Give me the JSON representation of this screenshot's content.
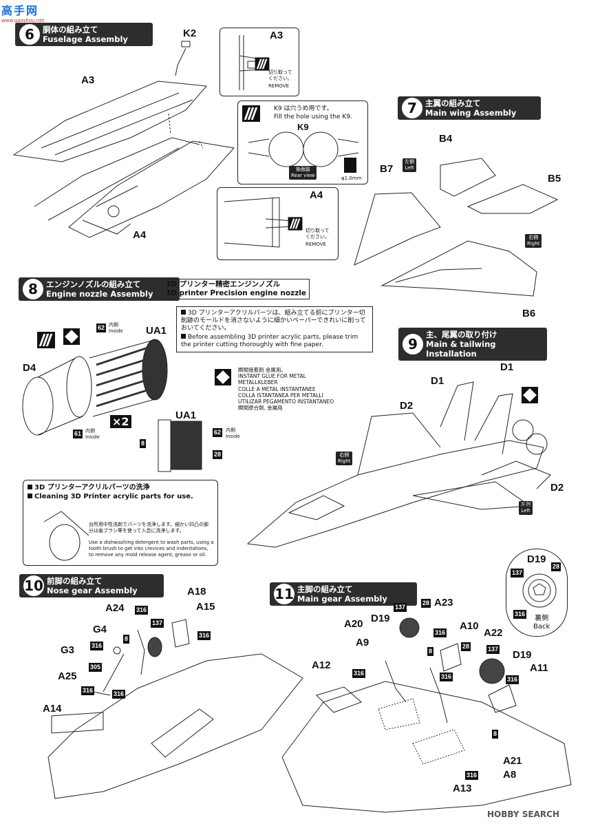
{
  "watermark": {
    "top_text": "高手网",
    "url": "www.gaoshou.net",
    "bottom": "HOBBY SEARCH"
  },
  "step6": {
    "num": "6",
    "jp": "胴体の組み立て",
    "en": "Fuselage Assembly",
    "labels": [
      "A3",
      "A4",
      "K2"
    ],
    "detail_a3": {
      "label": "A3",
      "jp": "切り取って ください。",
      "en": "REMOVE"
    },
    "detail_k9": {
      "jp": "K9 は穴うめ用です。",
      "en": "Fill the hole using the K9.",
      "label": "K9",
      "rear_jp": "後面図",
      "rear_en": "Rear view",
      "drill": "φ1.0mm"
    },
    "detail_a4": {
      "label": "A4",
      "jp": "切り取って ください。",
      "en": "REMOVE"
    }
  },
  "step7": {
    "num": "7",
    "jp": "主翼の組み立て",
    "en": "Main wing Assembly",
    "labels": [
      "B4",
      "B7",
      "B5",
      "B6"
    ],
    "left_jp": "左側",
    "left_en": "Left",
    "right_jp": "右側",
    "right_en": "Right"
  },
  "step8": {
    "num": "8",
    "jp": "エンジンノズルの組み立て",
    "en": "Engine nozzle Assembly",
    "badge_jp": "3D プリンター精密エンジンノズル",
    "badge_en": "3D printer Precision engine nozzle",
    "note_jp": "3D プリンターアクリルパーツは、組み立てる前にプリンター切削跡のモールドを消さないように細かいペーパーできれいに削っておいてください。",
    "note_en": "Before assembling 3D printer acrylic parts, please trim the printer cutting thoroughly with fine paper.",
    "labels": {
      "d4": "D4",
      "ua1": "UA1",
      "ua1b": "UA1",
      "x2": "×2"
    },
    "tags": {
      "t62": "62",
      "t61": "61",
      "t8": "8",
      "t62b": "62",
      "t28": "28"
    },
    "inside_jp": "内側",
    "inside_en": "Inside",
    "glue": [
      "瞬間接着剤 金属用。",
      "INSTANT GLUE FOR METAL",
      "METALLKLEBER",
      "COLLE A METAL INSTANTANEE",
      "COLLA ISTANTANEA PER METALLI",
      "UTILIZAR PEGAMENTO INSTANTANEO",
      "瞬間膠合劑, 金屬用"
    ],
    "clean_title_jp": "3D プリンターアクリルパーツの洗浄",
    "clean_title_en": "Cleaning 3D Printer acrylic parts for use.",
    "clean_jp": "台所用中性洗剤でパーツを洗浄します。細かい凹凸の部分は歯ブラシ等を使って入念に洗浄します。",
    "clean_en": "Use a dishwashing detergent to wash parts, using a tooth brush to get into crevices and indentations, to remove any mold release agent, grease or oil."
  },
  "step9": {
    "num": "9",
    "jp": "主、尾翼の取り付け",
    "en": "Main & tailwing Installation",
    "labels": [
      "D1",
      "D1",
      "D2",
      "D2"
    ],
    "right_jp": "右側",
    "right_en": "Right",
    "left_jp": "左側",
    "left_en": "Left"
  },
  "back_detail": {
    "label": "D19",
    "t137": "137",
    "t28": "28",
    "t316": "316",
    "jp": "裏側",
    "en": "Back"
  },
  "step10": {
    "num": "10",
    "jp": "前脚の組み立て",
    "en": "Nose gear Assembly",
    "labels": {
      "a18": "A18",
      "a24": "A24",
      "a15": "A15",
      "g4": "G4",
      "g3": "G3",
      "a25": "A25",
      "a14": "A14"
    },
    "tags": {
      "t316a": "316",
      "t137": "137",
      "t8": "8",
      "t316b": "316",
      "t316c": "316",
      "t305": "305",
      "t316d": "316",
      "t316e": "316"
    }
  },
  "step11": {
    "num": "11",
    "jp": "主脚の組み立て",
    "en": "Main gear Assembly",
    "labels": {
      "a20": "A20",
      "d19": "D19",
      "a23": "A23",
      "a9": "A9",
      "a10": "A10",
      "a22": "A22",
      "a12": "A12",
      "d19b": "D19",
      "a11": "A11",
      "a21": "A21",
      "a8": "A8",
      "a13": "A13"
    },
    "tags": {
      "t137": "137",
      "t28": "28",
      "t316a": "316",
      "t8a": "8",
      "t28b": "28",
      "t137b": "137",
      "t316b": "316",
      "t316c": "316",
      "t316d": "316",
      "t8b": "8",
      "t316e": "316"
    }
  }
}
